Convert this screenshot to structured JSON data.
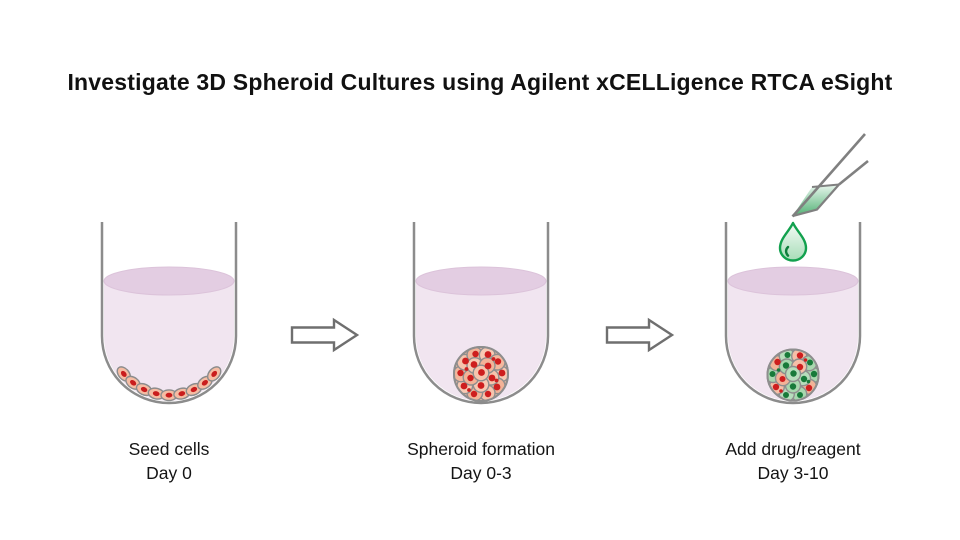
{
  "title": "Investigate 3D Spheroid Cultures using Agilent xCELLigence RTCA eSight",
  "steps": [
    {
      "label": "Seed cells",
      "day": "Day 0"
    },
    {
      "label": "Spheroid formation",
      "day": "Day 0-3"
    },
    {
      "label": "Add drug/reagent",
      "day": "Day 3-10"
    }
  ],
  "icons": [
    "arrow-right-icon",
    "arrow-right-icon",
    "pipette-icon",
    "droplet-icon"
  ],
  "colors": {
    "background": "#FFFFFF",
    "title_text": "#111111",
    "well_outline": "#8C8C8C",
    "medium_fill": "#F1E5F0",
    "medium_surface": "#E3CDE2",
    "cell_body_salmon": "#F5BCA3",
    "cell_nucleus_red": "#C91D1D",
    "treated_cell_green": "#A9D7AF",
    "treated_nucleus_green": "#187A3A",
    "reagent_green": "#12A14E",
    "arrow_outline": "#6F6F6F"
  }
}
